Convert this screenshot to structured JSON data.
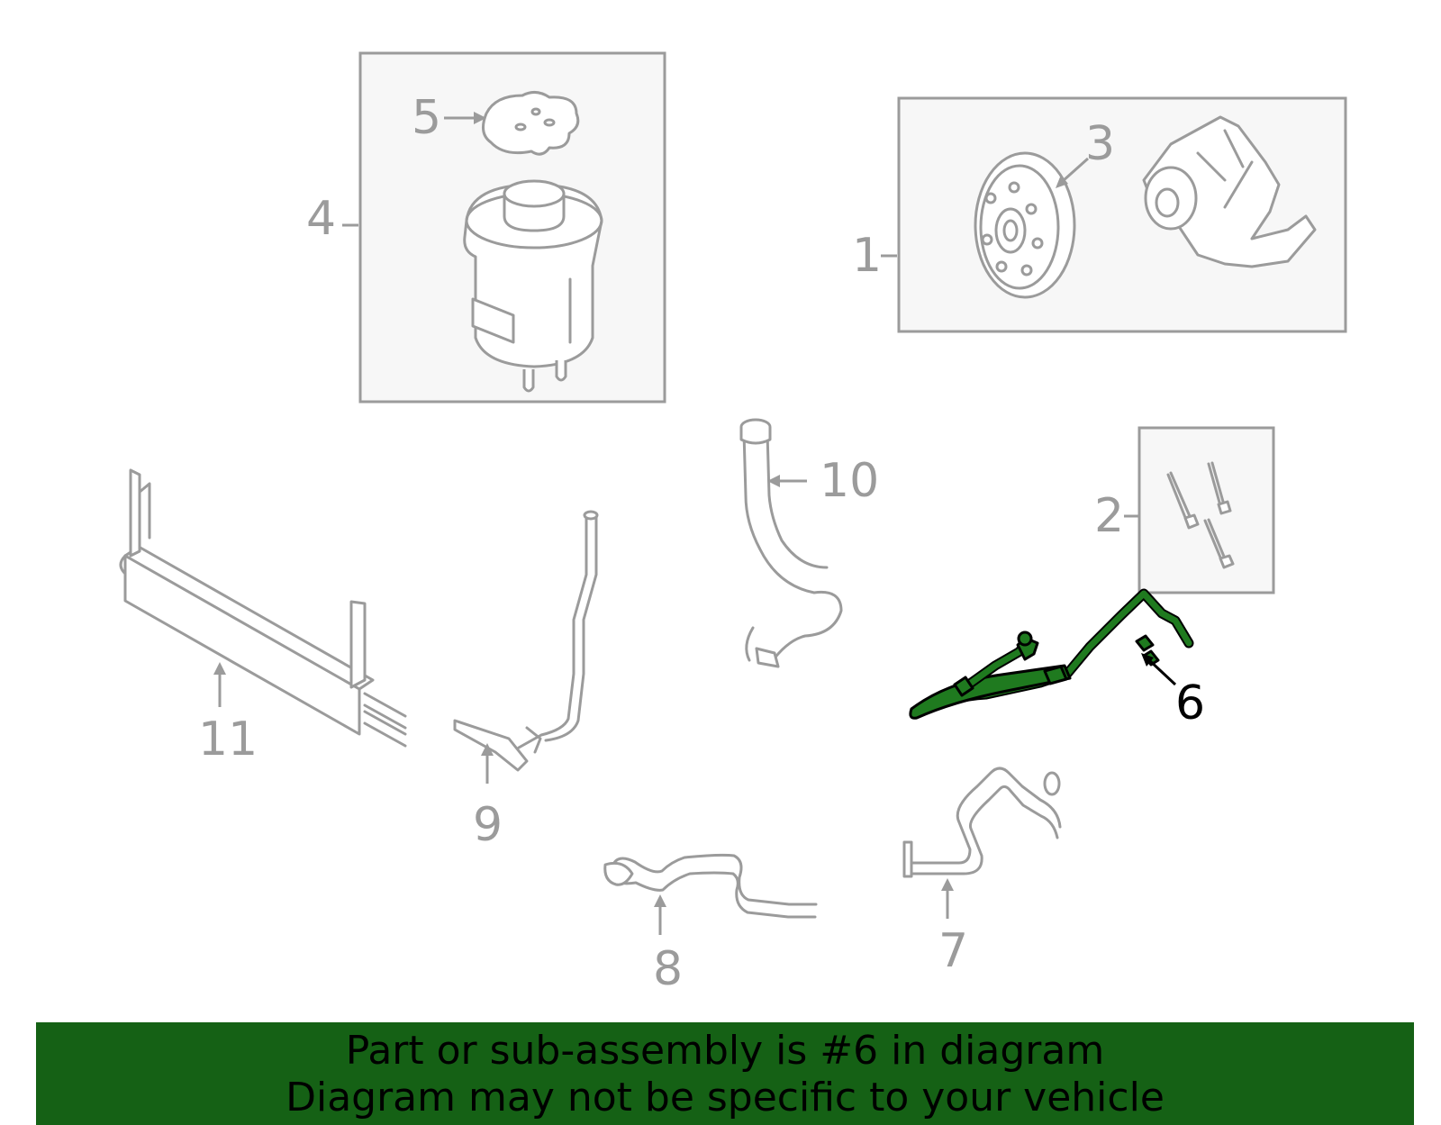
{
  "callouts": {
    "c1": "1",
    "c2": "2",
    "c3": "3",
    "c4": "4",
    "c5": "5",
    "c6": "6",
    "c7": "7",
    "c8": "8",
    "c9": "9",
    "c10": "10",
    "c11": "11"
  },
  "highlighted_part": "6",
  "colors": {
    "highlight": "#1f7a1f",
    "banner": "#156115",
    "part_line": "#9b9b9b"
  },
  "banner": {
    "line1": "Part or sub-assembly is #6 in diagram",
    "line2": "Diagram may not be specific to your vehicle"
  }
}
